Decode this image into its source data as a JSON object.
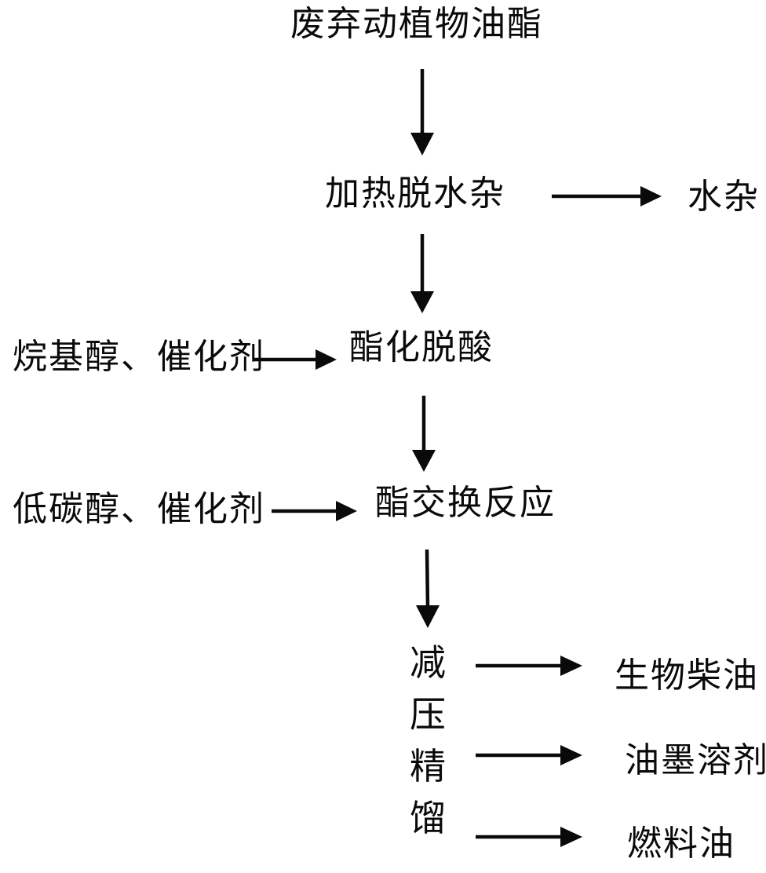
{
  "diagram": {
    "description": "Process flowchart for producing biodiesel, ink solvent and fuel oil from waste animal and vegetable oil esters",
    "nodes": {
      "source": "废弃动植物油酯",
      "heating": "加热脱水杂",
      "water_impurity": "水杂",
      "alkyl_input": "烷基醇、催化剂",
      "esterification": "酯化脱酸",
      "low_carbon_input": "低碳醇、催化剂",
      "transesterification": "酯交换反应",
      "distillation": "减压精馏",
      "distillation_chars": [
        "减",
        "压",
        "精",
        "馏"
      ],
      "biodiesel": "生物柴油",
      "ink_solvent": "油墨溶剂",
      "fuel_oil": "燃料油"
    },
    "edges": [
      {
        "from": "废弃动植物油酯",
        "to": "加热脱水杂"
      },
      {
        "from": "加热脱水杂",
        "to": "水杂"
      },
      {
        "from": "加热脱水杂",
        "to": "酯化脱酸"
      },
      {
        "from": "烷基醇、催化剂",
        "to": "酯化脱酸"
      },
      {
        "from": "酯化脱酸",
        "to": "酯交换反应"
      },
      {
        "from": "低碳醇、催化剂",
        "to": "酯交换反应"
      },
      {
        "from": "酯交换反应",
        "to": "减压精馏"
      },
      {
        "from": "减压精馏",
        "to": "生物柴油"
      },
      {
        "from": "减压精馏",
        "to": "油墨溶剂"
      },
      {
        "from": "减压精馏",
        "to": "燃料油"
      }
    ],
    "colors": {
      "text": "#0a0a0a",
      "arrow": "#0a0a0a",
      "background": "#ffffff"
    }
  }
}
